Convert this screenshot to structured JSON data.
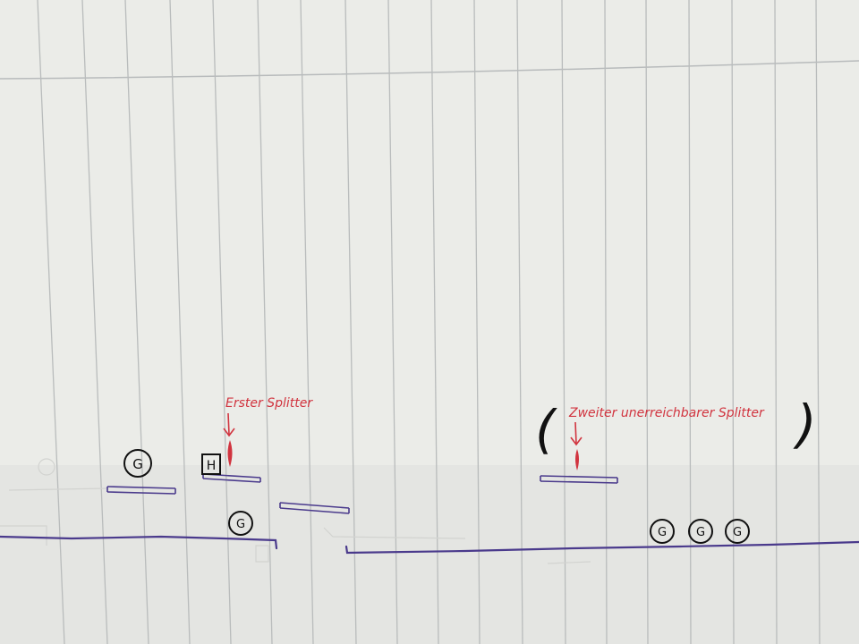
{
  "level_sketch": {
    "paper": {
      "color": "#ebece8",
      "ruled_line_color": "#b9bcbc"
    },
    "colors": {
      "ground_ink": "#4a3a8c",
      "marker_ink": "#111111",
      "annotation_ink": "#d1343f"
    },
    "markers": [
      {
        "letter": "G",
        "shape": "circle"
      },
      {
        "letter": "H",
        "shape": "square"
      },
      {
        "letter": "G",
        "shape": "circle"
      },
      {
        "letter": "G",
        "shape": "circle"
      },
      {
        "letter": "G",
        "shape": "circle"
      },
      {
        "letter": "G",
        "shape": "circle"
      }
    ],
    "annotations": {
      "first_shard_label": "Erster Splitter",
      "second_shard_label": "Zweiter unerreichbarer Splitter",
      "open_paren": "(",
      "close_paren": ")"
    }
  }
}
